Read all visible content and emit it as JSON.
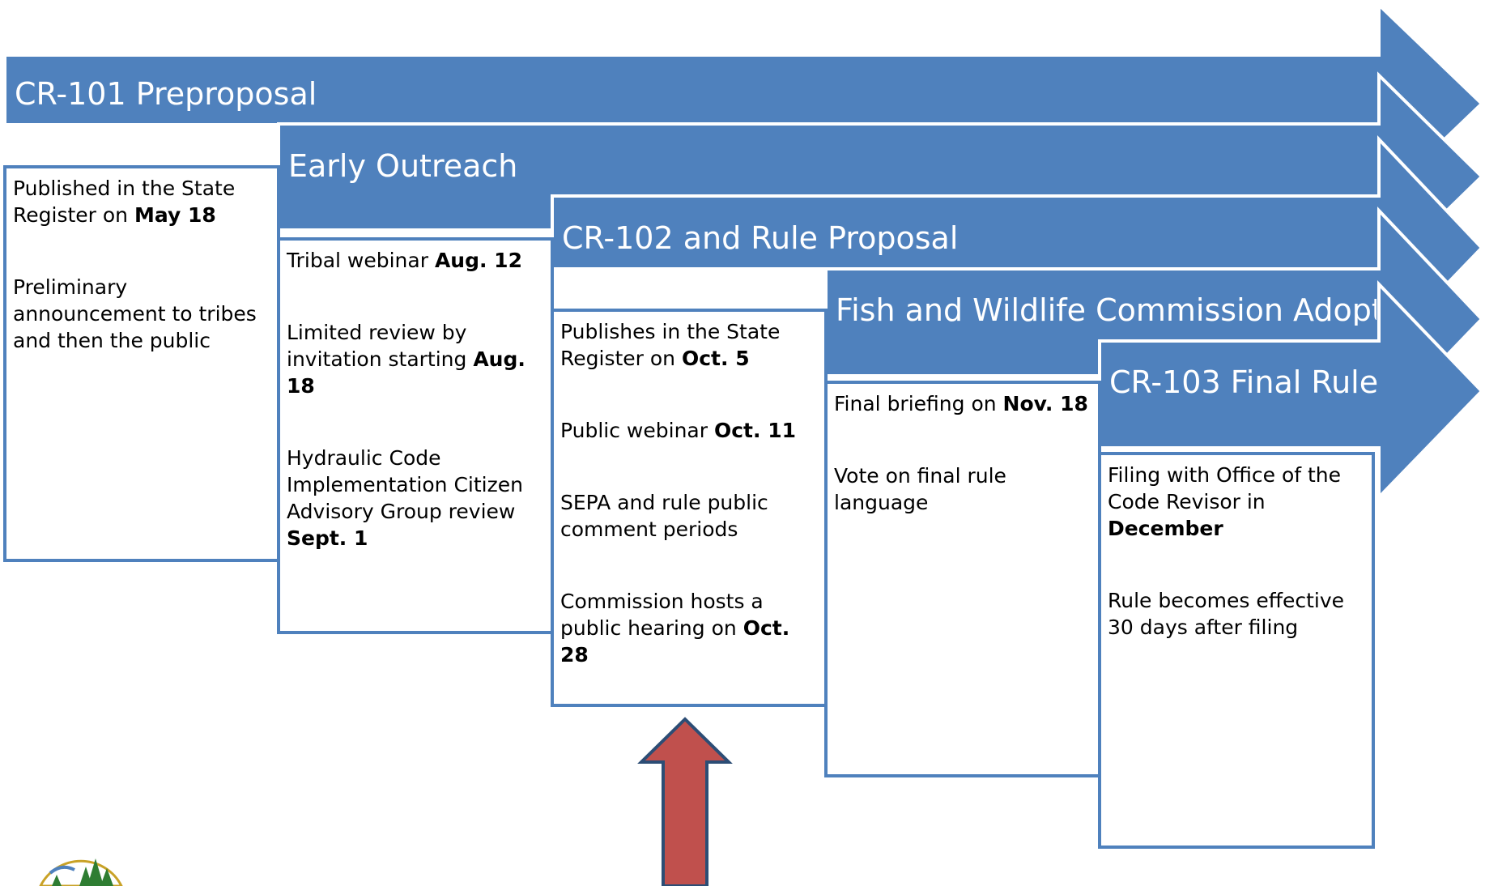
{
  "colors": {
    "arrow_fill": "#4f81bd",
    "arrow_stroke": "#ffffff",
    "card_border": "#4f81bd",
    "pointer_fill": "#c0504d",
    "pointer_stroke": "#2c4d75"
  },
  "stages": [
    {
      "title": "CR-101 Preproposal",
      "items": [
        {
          "text": "Published in the State Register on ",
          "bold": "May 18"
        },
        {
          "text": "Preliminary announcement to tribes and then the public",
          "bold": ""
        }
      ]
    },
    {
      "title": "Early Outreach",
      "items": [
        {
          "text": "Tribal webinar ",
          "bold": "Aug. 12"
        },
        {
          "text": "Limited review by invitation starting ",
          "bold": "Aug. 18"
        },
        {
          "text": "Hydraulic Code Implementation Citizen Advisory Group review ",
          "bold": "Sept. 1"
        }
      ]
    },
    {
      "title": "CR-102 and Rule Proposal",
      "items": [
        {
          "text": "Publishes in the State Register on ",
          "bold": "Oct. 5"
        },
        {
          "text": "Public webinar ",
          "bold": "Oct. 11"
        },
        {
          "text": "SEPA and rule public comment periods",
          "bold": ""
        },
        {
          "text": "Commission hosts a public hearing on ",
          "bold": "Oct. 28"
        }
      ]
    },
    {
      "title": "Fish and Wildlife Commission Adoption",
      "items": [
        {
          "text": "Final briefing on ",
          "bold": "Nov. 18"
        },
        {
          "text": "Vote on final rule language",
          "bold": ""
        }
      ]
    },
    {
      "title": "CR-103 Final Rule",
      "items": [
        {
          "text": "Filing with Office of the Code Revisor in ",
          "bold": "December"
        },
        {
          "text": "Rule becomes effective 30 days after filing",
          "bold": ""
        }
      ]
    }
  ],
  "current_stage_pointer": "red-up-arrow",
  "logo": "agency-logo"
}
